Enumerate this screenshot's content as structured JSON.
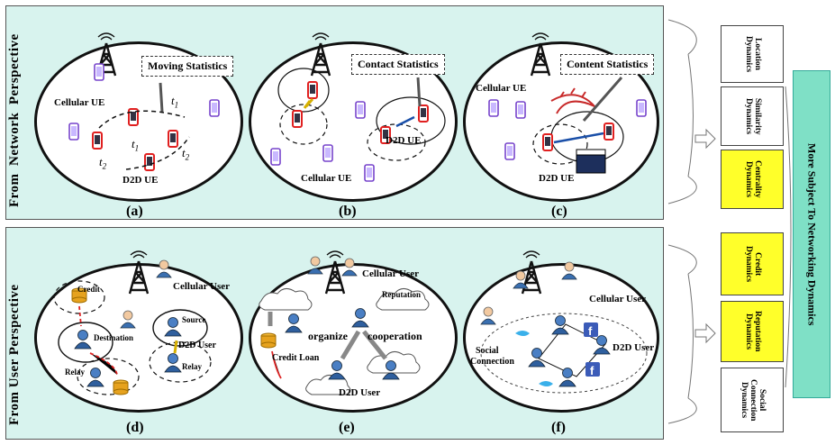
{
  "perspectives": {
    "network": "From  Network  Perspective",
    "user": "From User Perspective"
  },
  "panels": {
    "a": {
      "caption": "(a)",
      "stat": "Moving Statistics",
      "label_cellular": "Cellular UE",
      "label_d2d": "D2D UE",
      "t1": "t",
      "t2": "t",
      "t1b": "t",
      "t2b": "t",
      "sub1": "1",
      "sub2": "2"
    },
    "b": {
      "caption": "(b)",
      "stat": "Contact Statistics",
      "label_d2d": "D2D UE",
      "label_cellular": "Cellular UE"
    },
    "c": {
      "caption": "(c)",
      "stat": "Content Statistics",
      "label_cellular": "Cellular UE",
      "label_d2d": "D2D UE"
    },
    "d": {
      "caption": "(d)",
      "credit": "Credit",
      "cellular": "Cellular User",
      "destination": "Destination",
      "source": "Source",
      "d2d": "D2D User",
      "relay1": "Relay",
      "relay2": "Relay"
    },
    "e": {
      "caption": "(e)",
      "cellular": "Cellular User",
      "reputation": "Reputation",
      "organize": "organize",
      "cooperation": "cooperation",
      "credit_loan": "Credit Loan",
      "d2d": "D2D User"
    },
    "f": {
      "caption": "(f)",
      "cellular": "Cellular User",
      "social": "Social",
      "connection": "Connection",
      "d2d": "D2D User"
    }
  },
  "dynamics": {
    "network": [
      {
        "label": "Location Dynamics",
        "highlight": false
      },
      {
        "label": "Similarity Dynamics",
        "highlight": false
      },
      {
        "label": "Centrality Dynamics",
        "highlight": true
      }
    ],
    "user": [
      {
        "label": "Credit Dynamics",
        "highlight": true
      },
      {
        "label": "Reputation Dynamics",
        "highlight": true
      },
      {
        "label": "Social Connection Dynamics",
        "highlight": false
      }
    ]
  },
  "result": "More Subject  To  Networking  Dynamics",
  "colors": {
    "panel": "#d8f3ee",
    "highlight": "#ffff2a",
    "result": "#7fe0c6",
    "phone": "#e02020",
    "ue": "#7744cc"
  }
}
